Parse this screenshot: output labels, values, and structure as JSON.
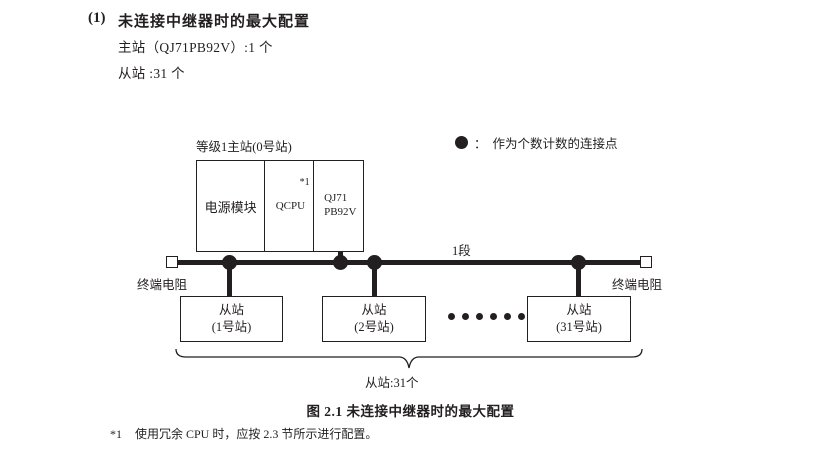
{
  "heading": {
    "number": "(1)",
    "title": "未连接中继器时的最大配置",
    "spec_master": "主站（QJ71PB92V）:1 个",
    "spec_slave": "从站 :31 个"
  },
  "legend": {
    "symbol": "●",
    "separator": "：",
    "text": "作为个数计数的连接点"
  },
  "diagram": {
    "master_label": "等级1主站(0号站)",
    "rack": {
      "power_module": "电源模块",
      "cpu_module": "QCPU",
      "cpu_note": "*1",
      "network_module_line1": "QJ71",
      "network_module_line2": "PB92V"
    },
    "segment_label": "1段",
    "terminator_left": "终端电阻",
    "terminator_right": "终端电阻",
    "slaves": [
      {
        "name": "从站",
        "station": "(1号站)"
      },
      {
        "name": "从站",
        "station": "(2号站)"
      },
      {
        "name": "从站",
        "station": "(31号站)"
      }
    ],
    "brace_label": "从站:31个"
  },
  "caption": "图 2.1  未连接中继器时的最大配置",
  "footnote": {
    "mark": "*1",
    "text": "使用冗余 CPU 时，应按 2.3 节所示进行配置。"
  },
  "colors": {
    "ink": "#231f20",
    "background": "#ffffff"
  }
}
